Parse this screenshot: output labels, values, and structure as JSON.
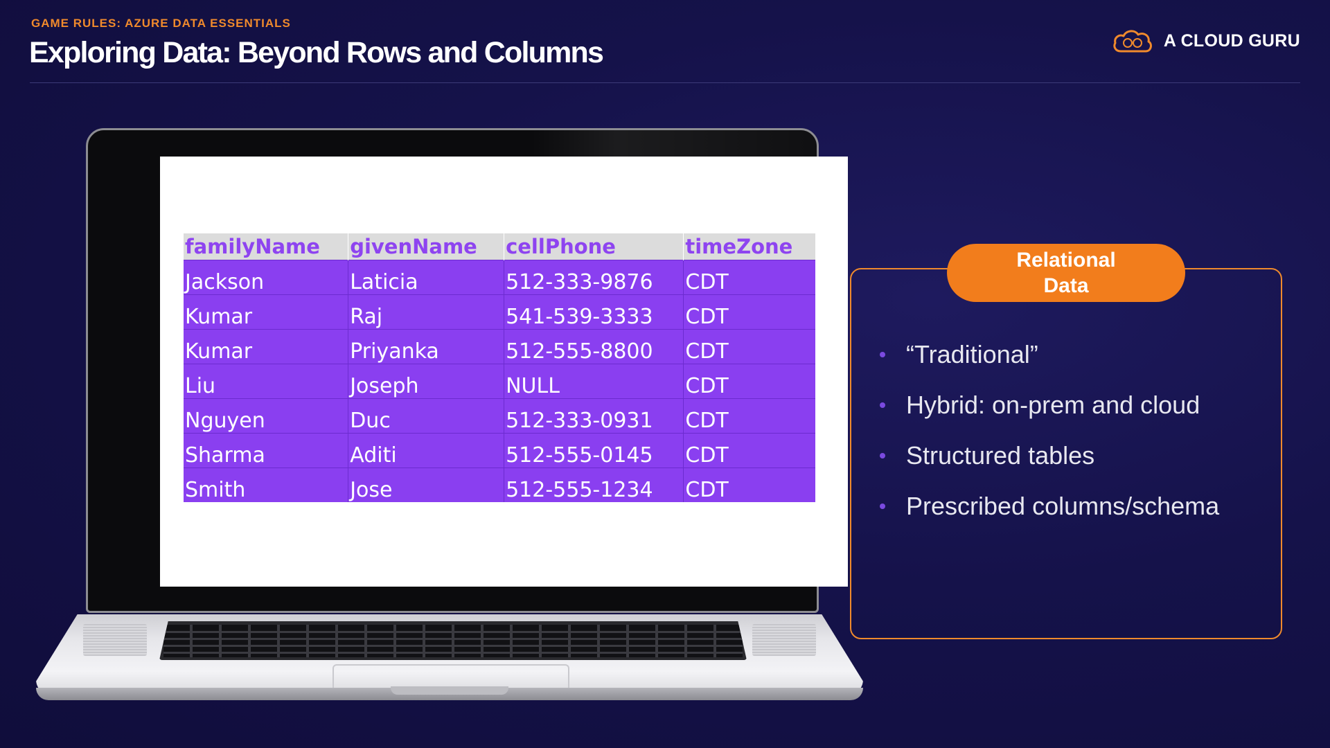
{
  "header": {
    "eyebrow": "GAME RULES: AZURE DATA ESSENTIALS",
    "title": "Exploring Data: Beyond Rows and Columns"
  },
  "brand": {
    "logo_icon": "cloud-logo-icon",
    "name": "A CLOUD GURU",
    "accent_color": "#f08a2c"
  },
  "table": {
    "columns": [
      "familyName",
      "givenName",
      "cellPhone",
      "timeZone"
    ],
    "rows": [
      [
        "Jackson",
        "Laticia",
        "512-333-9876",
        "CDT"
      ],
      [
        "Kumar",
        "Raj",
        "541-539-3333",
        "CDT"
      ],
      [
        "Kumar",
        "Priyanka",
        "512-555-8800",
        "CDT"
      ],
      [
        "Liu",
        "Joseph",
        "NULL",
        "CDT"
      ],
      [
        "Nguyen",
        "Duc",
        "512-333-0931",
        "CDT"
      ],
      [
        "Sharma",
        "Aditi",
        "512-555-0145",
        "CDT"
      ],
      [
        "Smith",
        "Jose",
        "512-555-1234",
        "CDT"
      ]
    ],
    "header_text_color": "#8e44f0",
    "row_color": "#8a3ff0"
  },
  "card": {
    "label": "Relational Data",
    "bullets": [
      "“Traditional”",
      "Hybrid: on-prem and cloud",
      "Structured tables",
      "Prescribed columns/schema"
    ]
  }
}
